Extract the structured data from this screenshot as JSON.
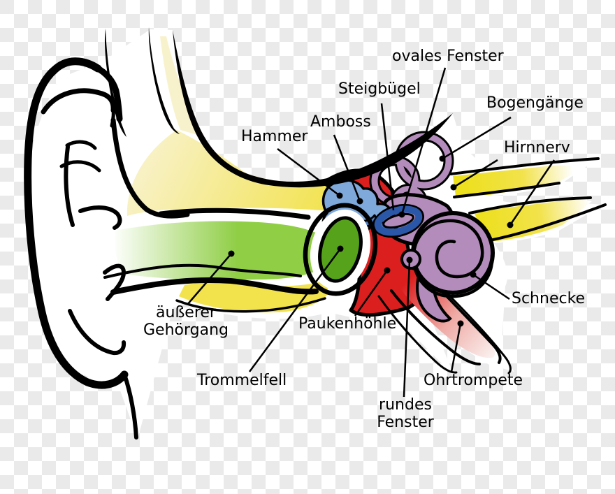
{
  "diagram": {
    "subject": "Anatomie des Ohres",
    "labels": {
      "hammer": {
        "text": "Hammer"
      },
      "amboss": {
        "text": "Amboss"
      },
      "steigbuegel": {
        "text": "Steigbügel"
      },
      "ovales_fenster": {
        "text": "ovales Fenster"
      },
      "bogengaenge": {
        "text": "Bogengänge"
      },
      "hirnnerv": {
        "text": "Hirnnerv"
      },
      "schnecke": {
        "text": "Schnecke"
      },
      "aeusserer_gehoergang": {
        "text": "äußerer\nGehörgang"
      },
      "paukenhoehle": {
        "text": "Paukenhöhle"
      },
      "trommelfell": {
        "text": "Trommelfell"
      },
      "ohrtrompete": {
        "text": "Ohrtrompete"
      },
      "rundes_fenster": {
        "text": "rundes\nFenster"
      }
    },
    "colors": {
      "outline_black": "#000000",
      "interior_white": "#ffffff",
      "checker_gray": "#eaeaea",
      "bone_yellow": "#f2e24c",
      "bone_pale_yellow": "#f8f2cc",
      "nerve_yellow": "#ede01c",
      "canal_green": "#8fce45",
      "eardrum_green": "#56a31b",
      "cavity_red": "#db1f1f",
      "tube_pink": "#efa9a4",
      "tube_pale": "#faf1ef",
      "malleus_blue": "#7fa9db",
      "incus_blue": "#4c7bc0",
      "stapes_blue": "#2b57a8",
      "inner_ear_purple": "#b38cbb"
    }
  }
}
